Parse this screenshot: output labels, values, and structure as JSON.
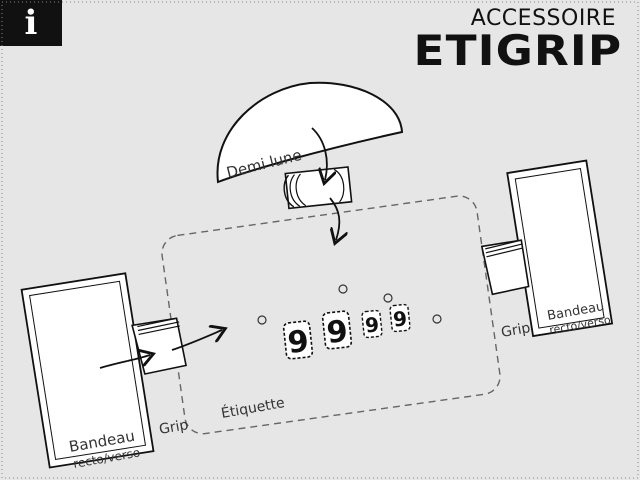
{
  "icon": {
    "name": "info-icon",
    "glyph": "i"
  },
  "title": {
    "line1": "ACCESSOIRE",
    "line2": "ETIGRIP"
  },
  "labels": {
    "demi_lune": "Demi lune",
    "bandeau_left": "Bandeau",
    "recto_verso_left": "recto/verso",
    "bandeau_right": "Bandeau",
    "recto_verso_right": "recto/verso",
    "grip_left": "Grip",
    "grip_right": "Grip",
    "etiquette": "Étiquette"
  },
  "digits": [
    "9",
    "9",
    "9",
    "9"
  ],
  "colors": {
    "background": "#e6e6e6",
    "ink": "#111111",
    "panel": "#ffffff"
  }
}
